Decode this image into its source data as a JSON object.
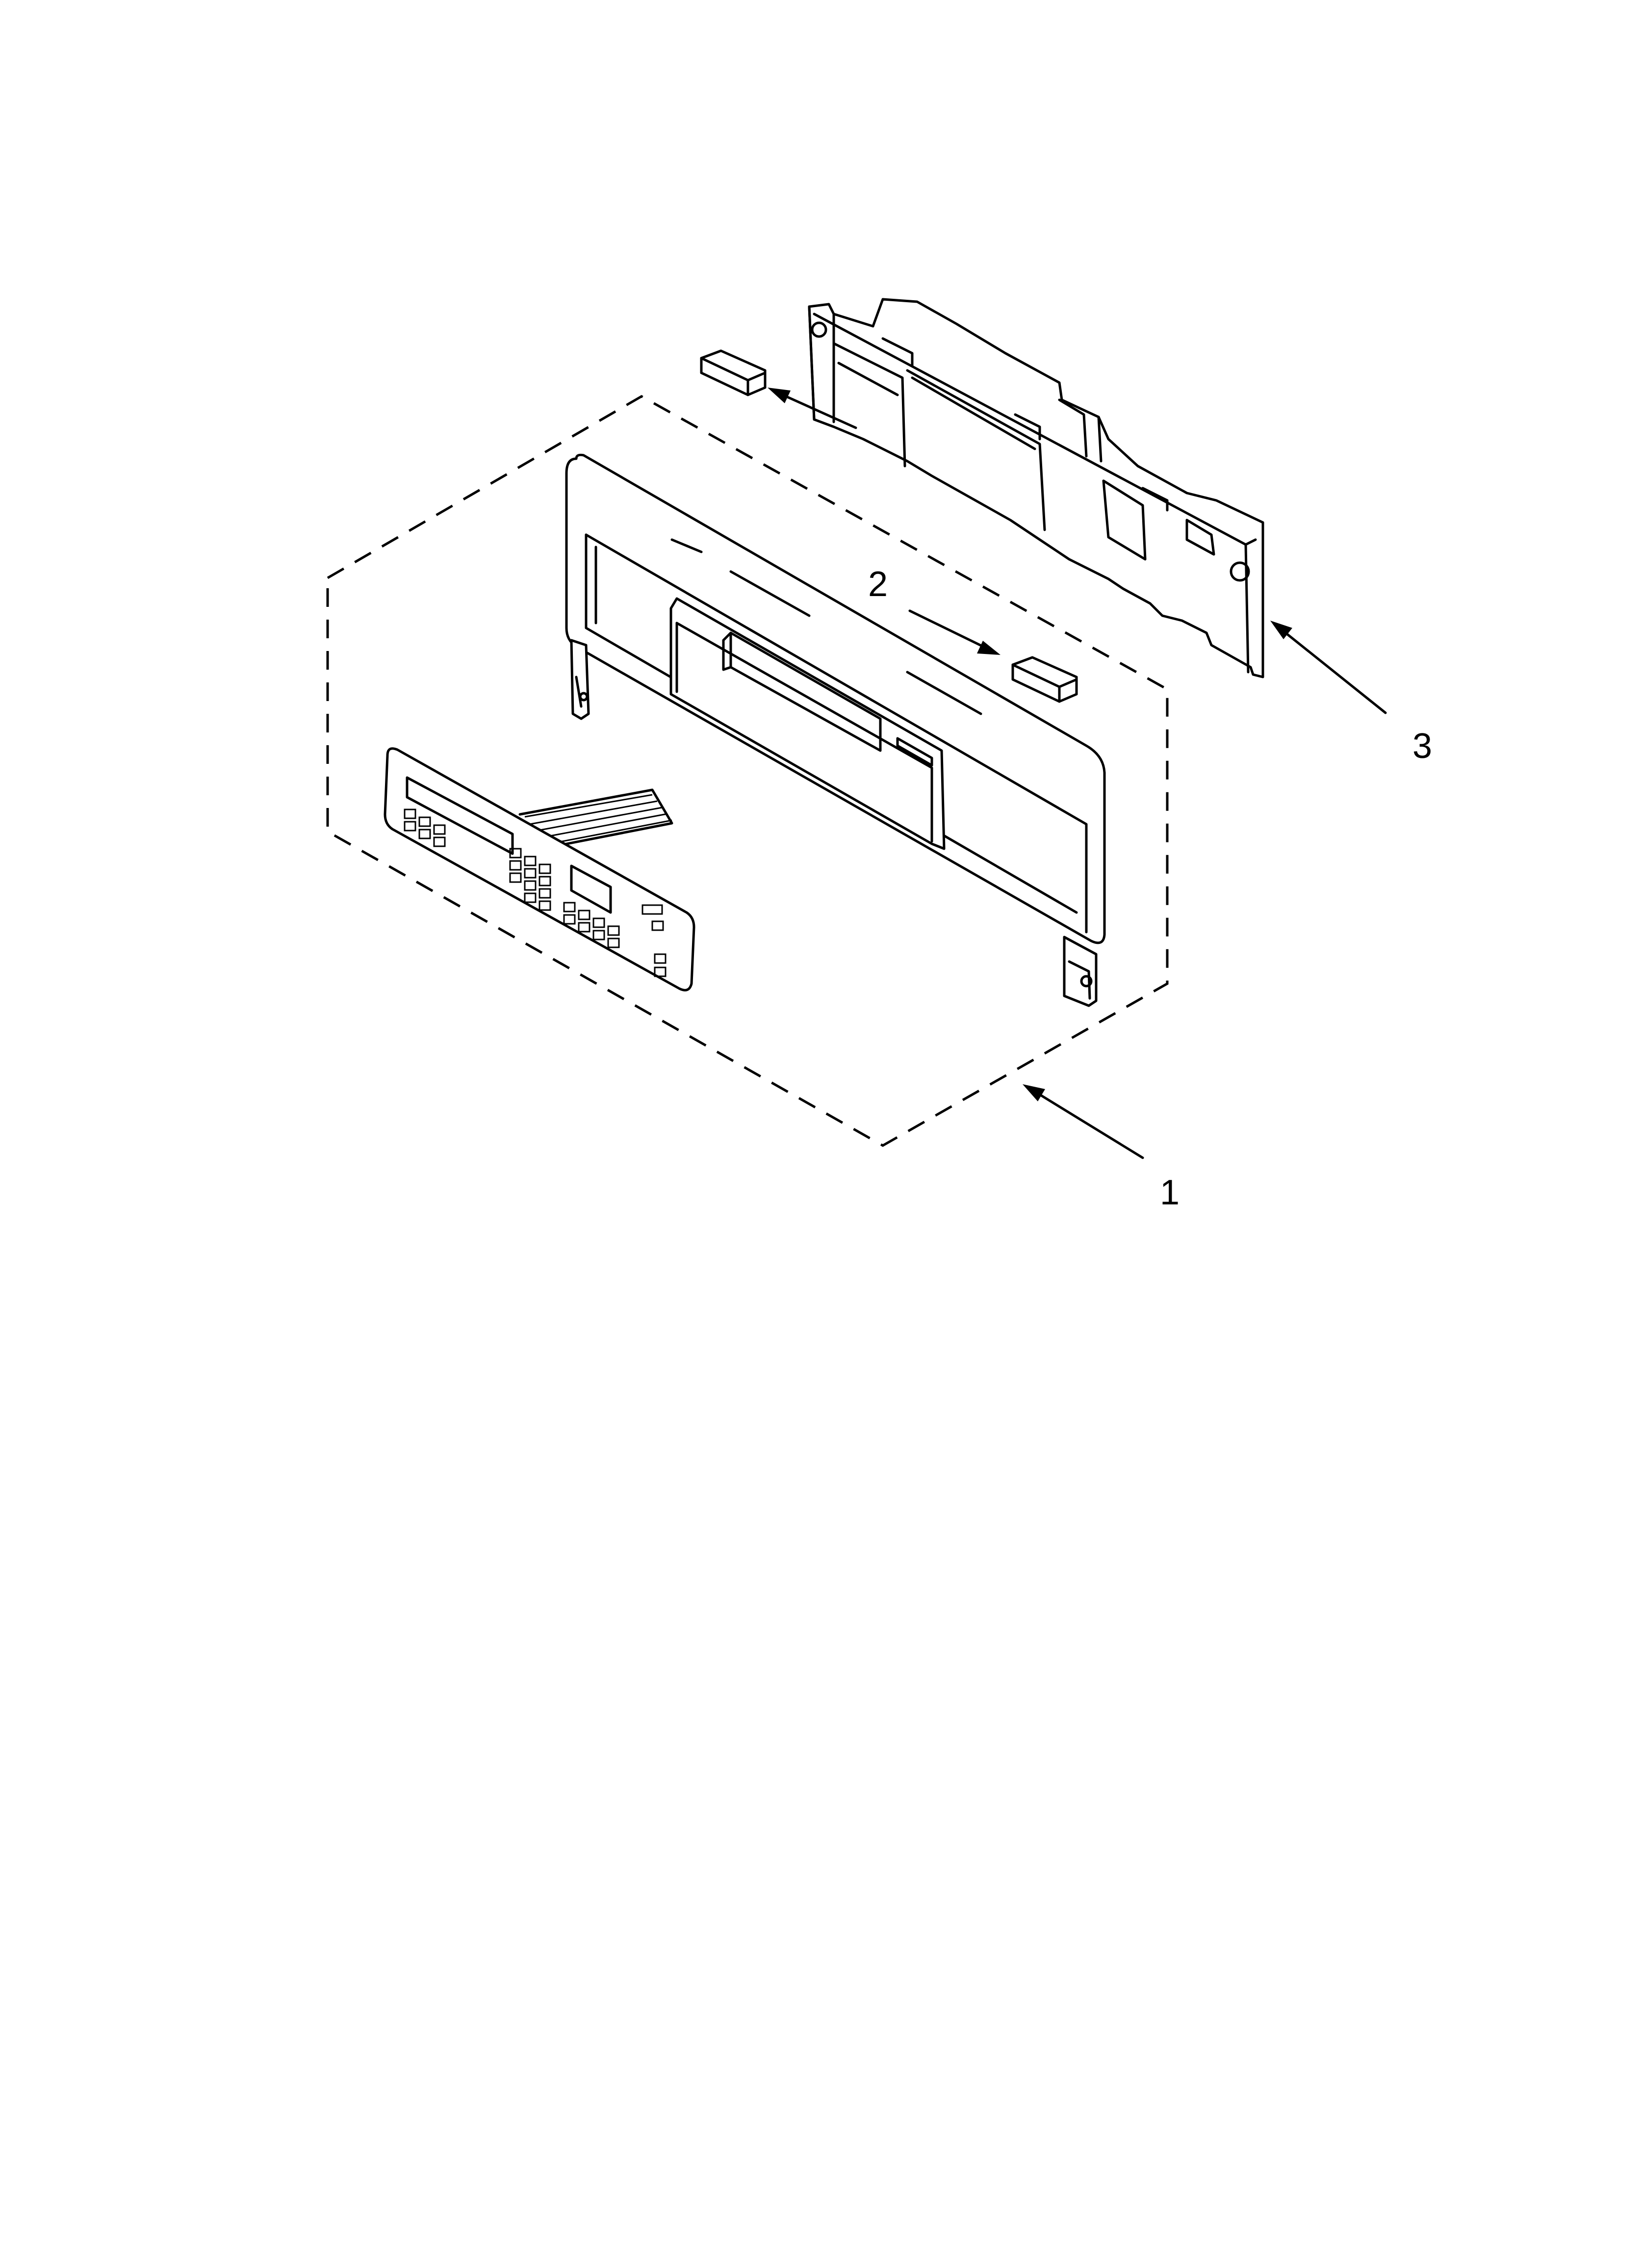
{
  "callouts": {
    "label_1": "1",
    "label_2": "2",
    "label_3": "3"
  },
  "colors": {
    "line": "#000000",
    "background": "#ffffff"
  }
}
